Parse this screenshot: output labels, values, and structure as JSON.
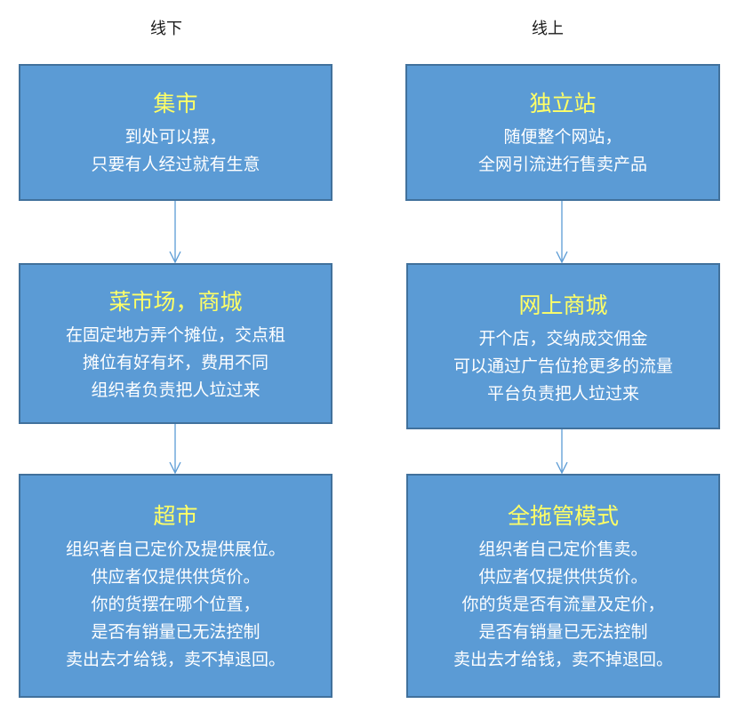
{
  "columns": [
    {
      "title": "线下",
      "boxes": [
        {
          "title": "集市",
          "lines": [
            "到处可以摆，",
            "只要有人经过就有生意"
          ]
        },
        {
          "title": "菜市场，商城",
          "lines": [
            "在固定地方弄个摊位，交点租",
            "摊位有好有坏，费用不同",
            "组织者负责把人垃过来"
          ]
        },
        {
          "title": "超市",
          "lines": [
            "组织者自己定价及提供展位。",
            "供应者仅提供供货价。",
            "你的货摆在哪个位置，",
            "是否有销量已无法控制",
            "卖出去才给钱，卖不掉退回。"
          ]
        }
      ]
    },
    {
      "title": "线上",
      "boxes": [
        {
          "title": "独立站",
          "lines": [
            "随便整个网站，",
            "全网引流进行售卖产品"
          ]
        },
        {
          "title": "网上商城",
          "lines": [
            "开个店，交纳成交佣金",
            "可以通过广告位抢更多的流量",
            "平台负责把人垃过来"
          ]
        },
        {
          "title": "全拖管模式",
          "lines": [
            "组织者自己定价售卖。",
            "供应者仅提供供货价。",
            "你的货是否有流量及定价，",
            "是否有销量已无法控制",
            "卖出去才给钱，卖不掉退回。"
          ]
        }
      ]
    }
  ],
  "colors": {
    "box_fill": "#5b9bd5",
    "box_border": "#41719c",
    "box_title": "#ffff66",
    "box_text": "#ffffff",
    "arrow": "#5b9bd5"
  }
}
